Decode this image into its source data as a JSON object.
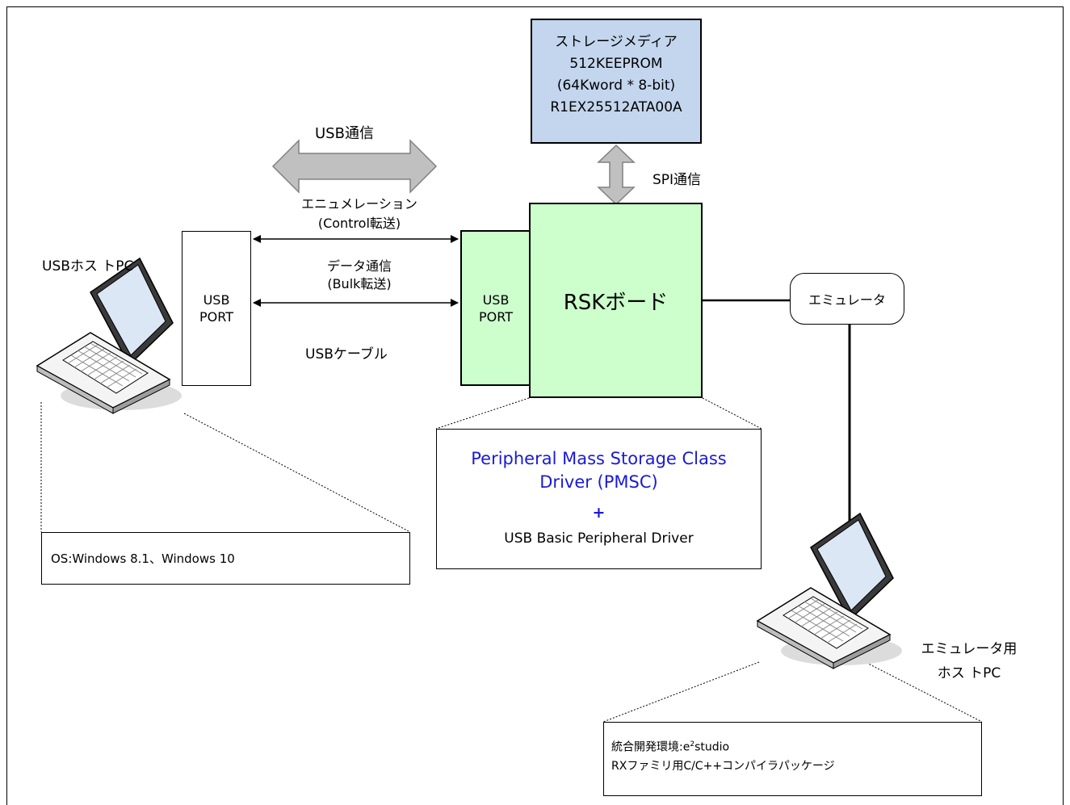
{
  "storage": {
    "line1": "ストレージメディア",
    "line2": "512KEEPROM",
    "line3": "(64Kword * 8-bit)",
    "line4": "R1EX25512ATA00A"
  },
  "usb_comm_label": "USB通信",
  "spi_comm_label": "SPI通信",
  "enumeration": {
    "line1": "エニュメレーション",
    "line2": "(Control転送)"
  },
  "data_comm": {
    "line1": "データ通信",
    "line2": "(Bulk転送)"
  },
  "usb_cable_label": "USBケーブル",
  "usb_host_pc_label": "USBホス トPC",
  "host_port": {
    "line1": "USB",
    "line2": "PORT"
  },
  "device_port": {
    "line1": "USB",
    "line2": "PORT"
  },
  "rsk_board_label": "RSKボード",
  "emulator_label": "エミュレータ",
  "emu_host_pc": {
    "line1": "エミュレータ用",
    "line2": "ホス トPC"
  },
  "pmsc": {
    "line1": "Peripheral Mass Storage Class",
    "line2": "Driver (PMSC)",
    "plus": "+",
    "basic": "USB Basic Peripheral Driver"
  },
  "os_text": "OS:Windows 8.1、Windows 10",
  "ide": {
    "prefix": "統合開発環境:e",
    "sup": "2",
    "suffix": "studio",
    "line2": "RXファミリ用C/C++コンパイラパッケージ"
  },
  "colors": {
    "storage_fill": "#c3d6ee",
    "board_fill": "#ccffcc",
    "pmsc_text": "#1a1ad6",
    "arrow_fill": "#c0c0c0"
  }
}
